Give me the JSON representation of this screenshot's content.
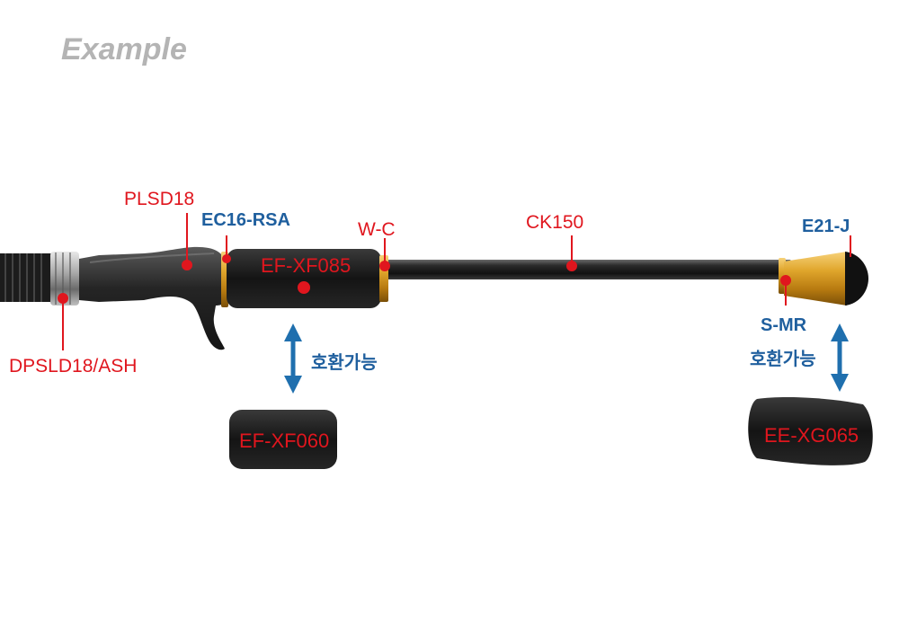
{
  "title": "Example",
  "labels": {
    "plsd18": "PLSD18",
    "ec16_rsa": "EC16-RSA",
    "w_c": "W-C",
    "ck150": "CK150",
    "e21_j": "E21-J",
    "s_mr": "S-MR",
    "dpsld18_ash": "DPSLD18/ASH",
    "ef_xf085": "EF-XF085",
    "ef_xf060": "EF-XF060",
    "ee_xg065": "EE-XG065",
    "compat_left": "호환가능",
    "compat_right": "호환가능"
  },
  "colors": {
    "part_label": "#e0161e",
    "component_label": "#1f5f9e",
    "arrow": "#1f6fae",
    "gold": "#c8911e",
    "grip": "#1a1a1a"
  }
}
